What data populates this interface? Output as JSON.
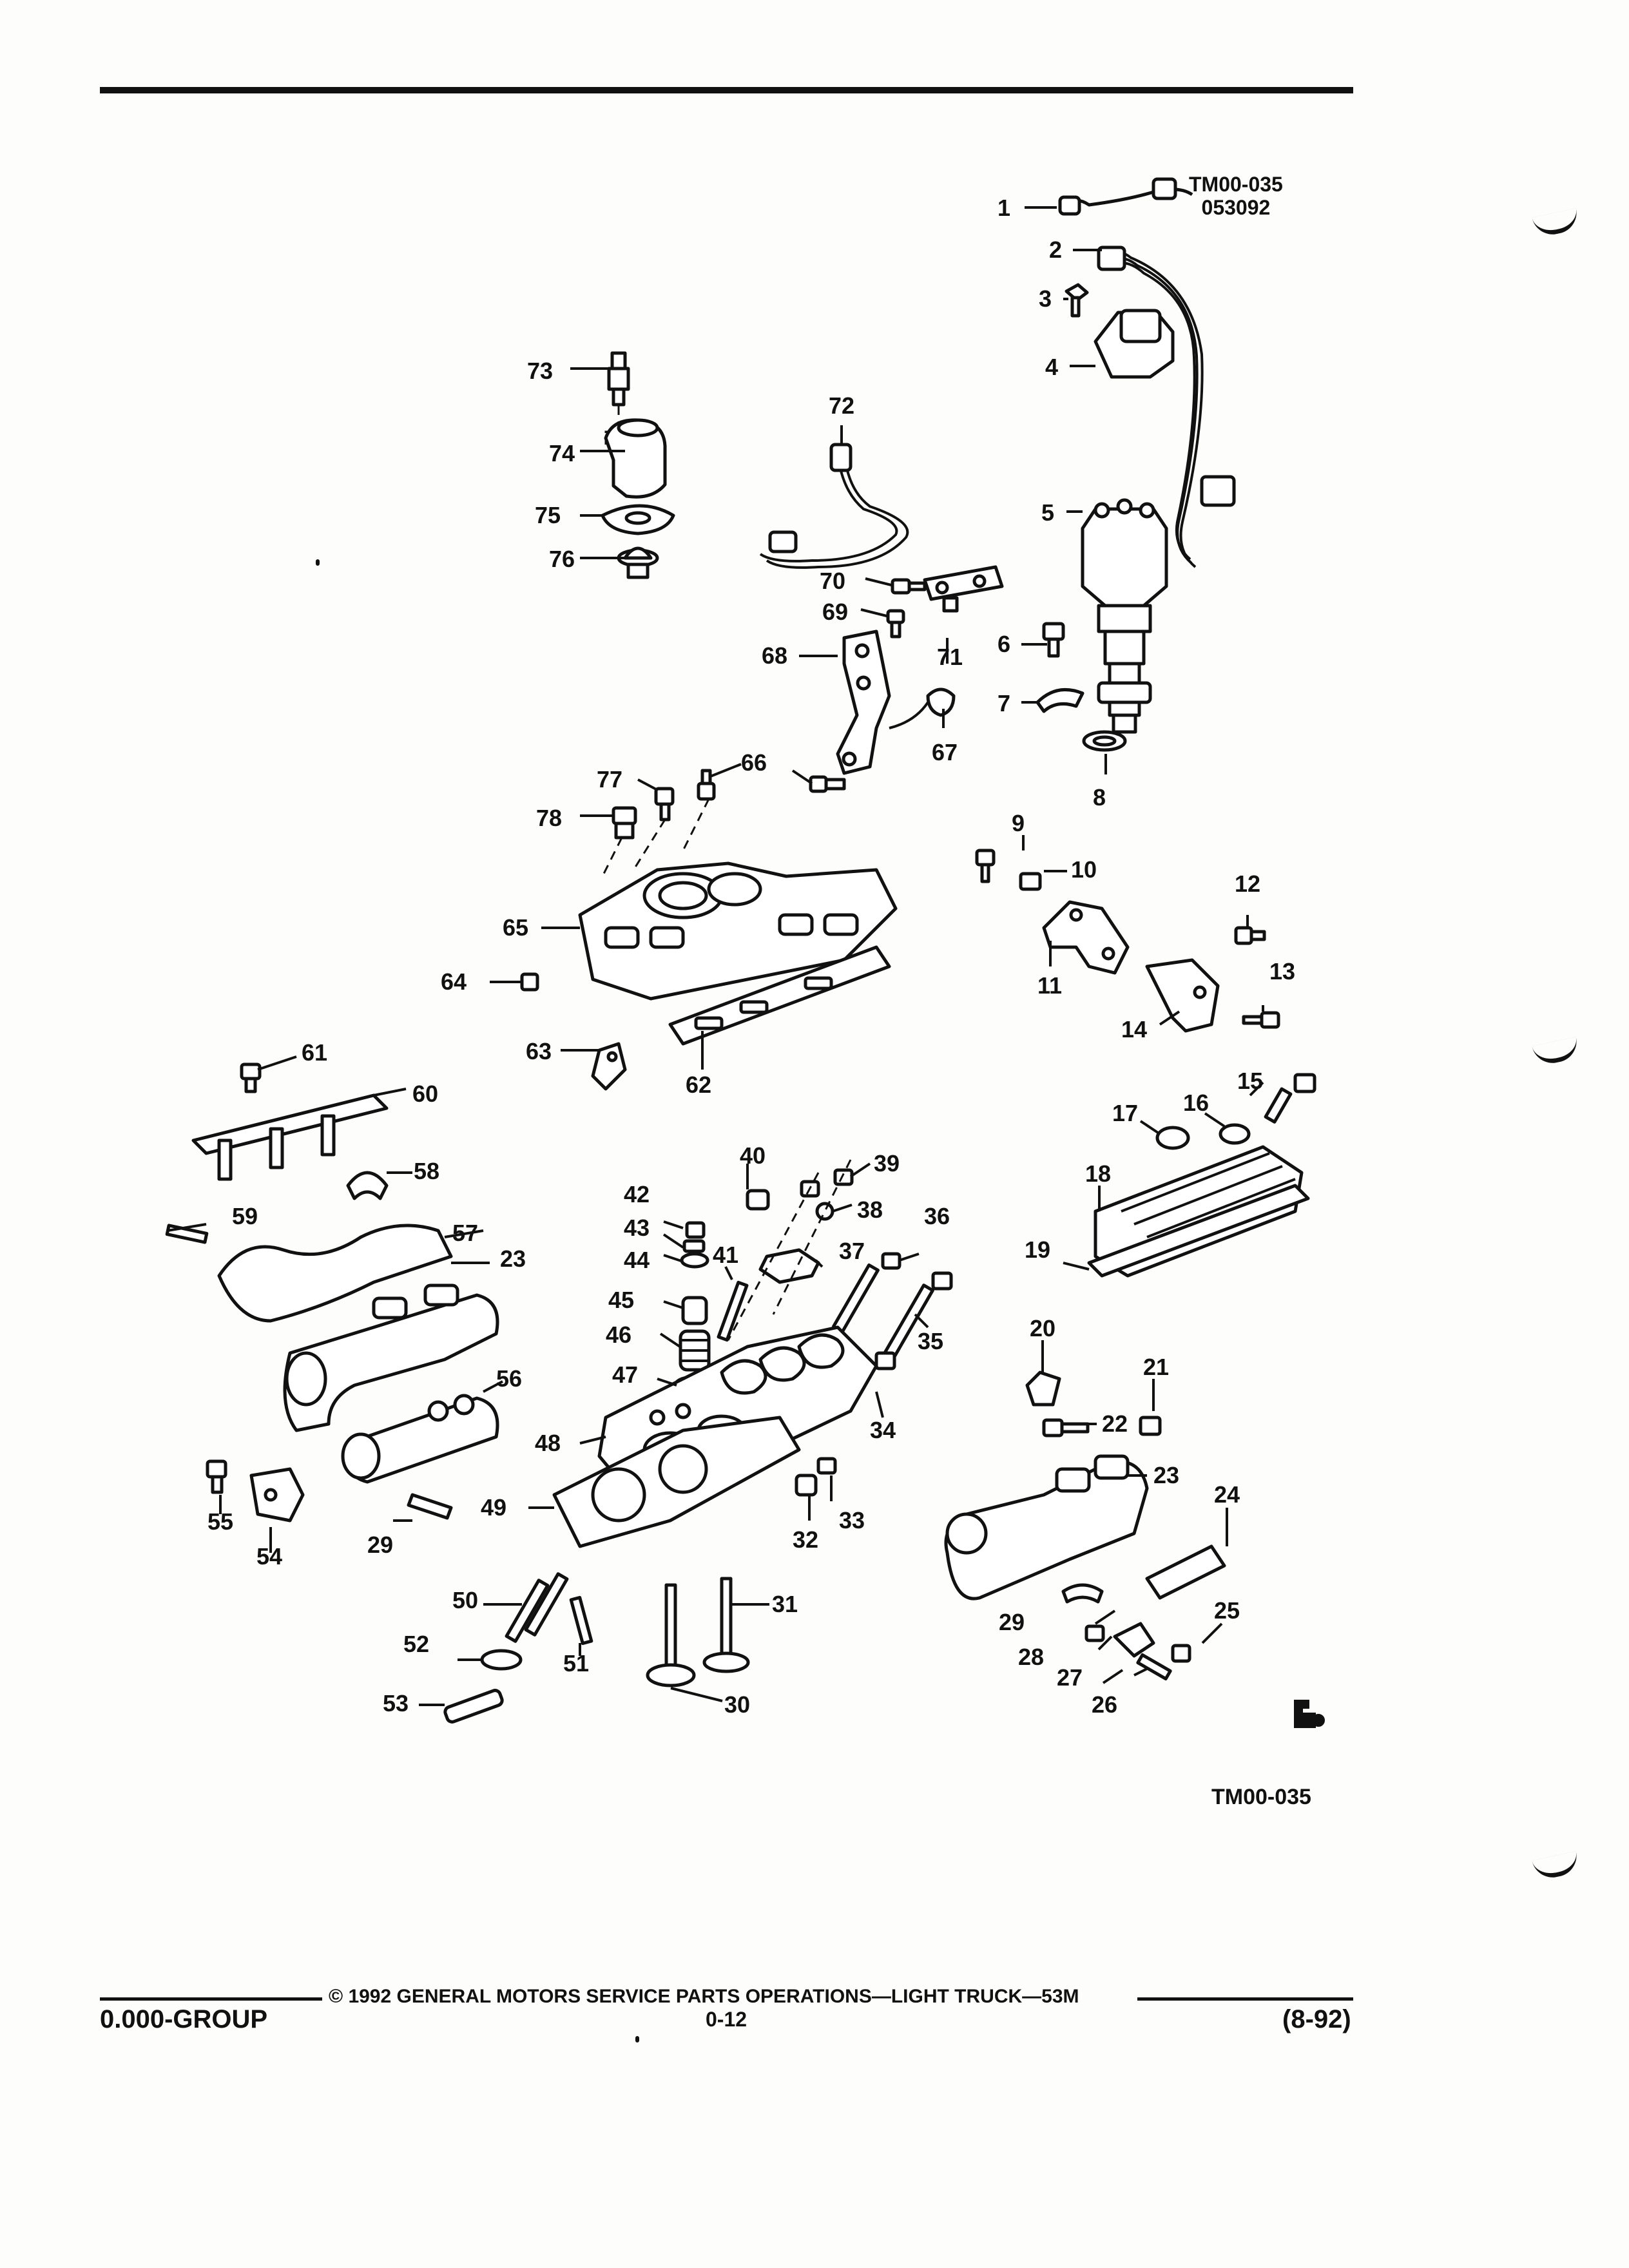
{
  "diagram_code": "TM00-035",
  "diagram_date": "053092",
  "bottom_code": "TM00-035",
  "callouts": [
    "1",
    "2",
    "3",
    "4",
    "5",
    "6",
    "7",
    "8",
    "9",
    "10",
    "11",
    "12",
    "13",
    "14",
    "15",
    "16",
    "17",
    "18",
    "19",
    "20",
    "21",
    "22",
    "23",
    "23",
    "24",
    "25",
    "26",
    "27",
    "28",
    "29",
    "29",
    "30",
    "31",
    "32",
    "33",
    "34",
    "35",
    "36",
    "37",
    "38",
    "39",
    "40",
    "41",
    "42",
    "43",
    "44",
    "45",
    "46",
    "47",
    "48",
    "49",
    "50",
    "51",
    "52",
    "53",
    "54",
    "55",
    "56",
    "57",
    "58",
    "59",
    "60",
    "61",
    "62",
    "63",
    "64",
    "65",
    "66",
    "67",
    "68",
    "69",
    "70",
    "71",
    "72",
    "73",
    "74",
    "75",
    "76",
    "77",
    "78"
  ],
  "footer": {
    "copyright": "© 1992 GENERAL MOTORS SERVICE PARTS OPERATIONS—LIGHT TRUCK—53M",
    "group": "0.000-GROUP",
    "page": "0-12",
    "date": "(8-92)"
  }
}
